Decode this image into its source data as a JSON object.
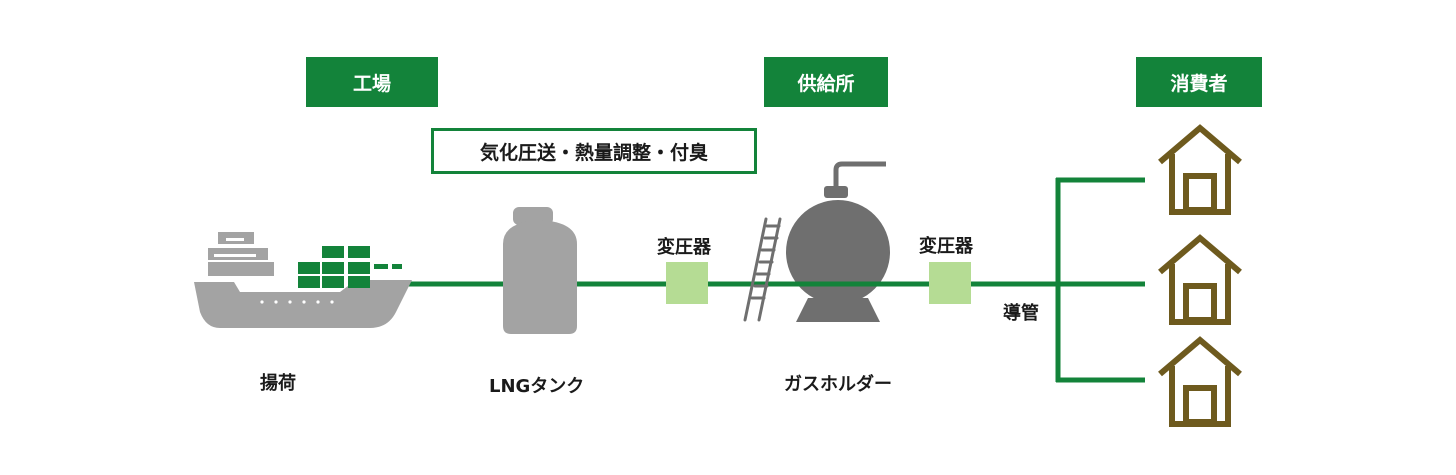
{
  "headers": {
    "factory": "工場",
    "supply_station": "供給所",
    "consumer": "消費者"
  },
  "process_label": "気化圧送・熱量調整・付臭",
  "labels": {
    "unloading": "揚荷",
    "lng_tank": "LNGタンク",
    "regulator_1": "変圧器",
    "gas_holder": "ガスホルダー",
    "regulator_2": "変圧器",
    "pipe": "導管"
  },
  "colors": {
    "green": "#13833a",
    "light_green": "#b5dc94",
    "gray": "#999999",
    "dark_gray": "#6f6f6f",
    "house_olive": "#6e5a1e"
  },
  "icons": [
    "ship-icon",
    "lng-tank-icon",
    "gas-holder-icon",
    "house-icon"
  ]
}
